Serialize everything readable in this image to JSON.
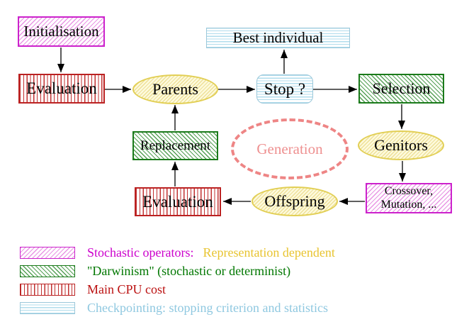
{
  "diagram": {
    "nodes": {
      "initialisation": "Initialisation",
      "evaluation_top": "Evaluation",
      "best_individual": "Best individual",
      "parents": "Parents",
      "stop": "Stop ?",
      "selection": "Selection",
      "replacement": "Replacement",
      "generation": "Generation",
      "genitors": "Genitors",
      "offspring": "Offspring",
      "evaluation_bottom": "Evaluation",
      "crossover_line1": "Crossover,",
      "crossover_line2": "Mutation, ..."
    },
    "colors": {
      "stochastic_magenta": "#cc22cc",
      "darwinism_green": "#1a7a1a",
      "cpu_cost_red": "#bb2222",
      "checkpoint_cyan": "#9cc8da",
      "operator_yellow": "#e2cf55",
      "generation_salmon": "#ee8585",
      "legend_gold_text": "#e8c430",
      "arrow_black": "#000000"
    }
  },
  "legend": {
    "rows": [
      {
        "label": "Stochastic operators:",
        "label2": "Representation dependent"
      },
      {
        "label": "\"Darwinism\" (stochastic or determinist)"
      },
      {
        "label": "Main CPU cost"
      },
      {
        "label": "Checkpointing: stopping criterion and statistics"
      }
    ]
  }
}
